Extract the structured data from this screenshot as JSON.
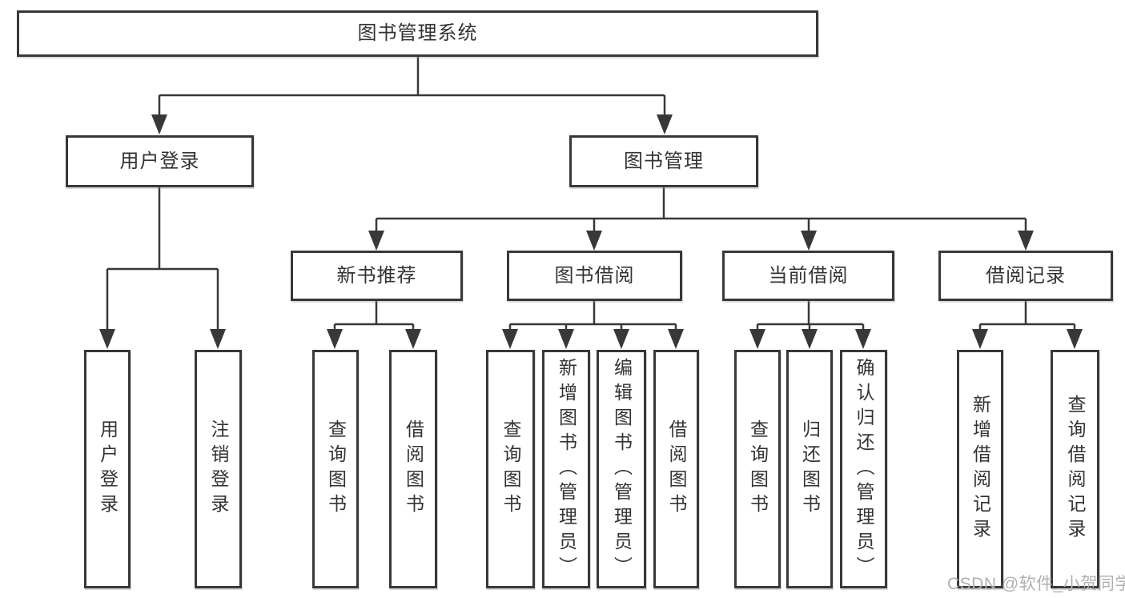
{
  "tree": {
    "root": "图书管理系统",
    "branches": [
      {
        "label": "用户登录",
        "children": [
          "用户登录",
          "注销登录"
        ]
      },
      {
        "label": "图书管理",
        "children": [
          {
            "label": "新书推荐",
            "children": [
              "查询图书",
              "借阅图书"
            ]
          },
          {
            "label": "图书借阅",
            "children": [
              "查询图书",
              "新增图书（管理员）",
              "编辑图书（管理员）",
              "借阅图书"
            ]
          },
          {
            "label": "当前借阅",
            "children": [
              "查询图书",
              "归还图书",
              "确认归还（管理员）"
            ]
          },
          {
            "label": "借阅记录",
            "children": [
              "新增借阅记录",
              "查询借阅记录"
            ]
          }
        ]
      }
    ]
  },
  "watermark": {
    "text": "CSDN @软件_小贺同学"
  },
  "colors": {
    "line": "#383838",
    "box_border": "#383838",
    "text": "#333333",
    "watermark": "#b0b0b0",
    "background": "#ffffff"
  }
}
